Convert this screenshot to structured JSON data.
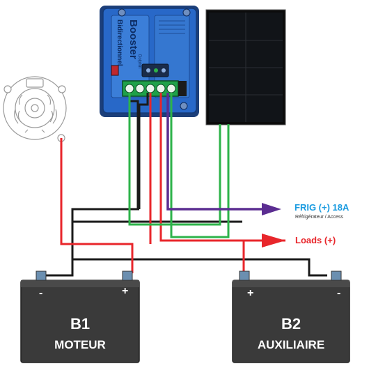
{
  "colors": {
    "red_wire": "#e8262b",
    "black_wire": "#1a1a1a",
    "green_wire": "#2db34a",
    "purple_wire": "#5b2d91",
    "frig_label": "#1a9be0",
    "loads_label": "#e8262b",
    "battery_body": "#3a3a3a",
    "booster_body": "#1f5fb8",
    "panel_body": "#0e0e0e"
  },
  "booster": {
    "title": "Booster",
    "subtitle": "Bidirectionnel",
    "brand": "Dolphin"
  },
  "frig": {
    "label": "FRIG (+) 18A",
    "sublabel": "Réfrigérateur / Access"
  },
  "loads": {
    "label": "Loads (+)"
  },
  "battery_b1": {
    "name": "B1",
    "role": "MOTEUR",
    "neg": "-",
    "pos": "+"
  },
  "battery_b2": {
    "name": "B2",
    "role": "AUXILIAIRE",
    "neg": "-",
    "pos": "+"
  },
  "icons": {
    "alternator": "alternator-icon",
    "solar_panel": "solar-panel-icon",
    "booster": "dc-dc-booster-icon"
  }
}
